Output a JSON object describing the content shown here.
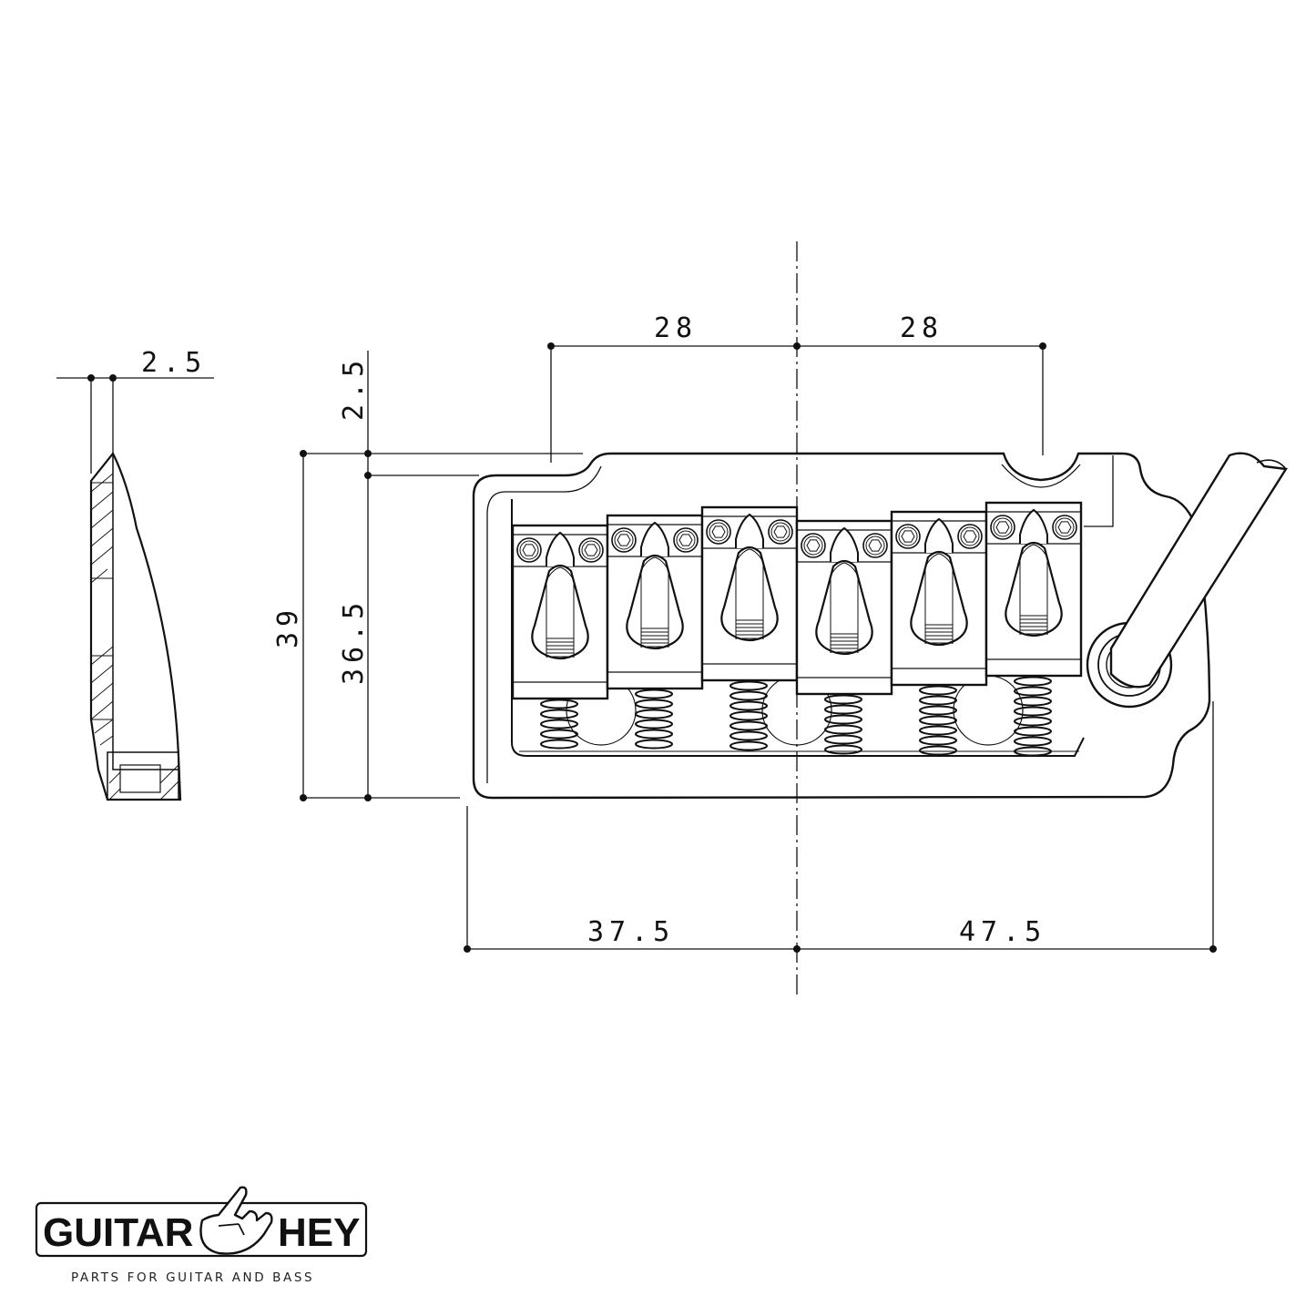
{
  "drawing": {
    "dimensions": {
      "side_thickness": "2.5",
      "top_offset": "2.5",
      "string_spacing_left": "28",
      "string_spacing_right": "28",
      "overall_depth": "39",
      "inner_depth": "36.5",
      "left_half_width": "37.5",
      "right_half_width": "47.5"
    },
    "line_color": "#111111"
  },
  "logo": {
    "brand_left": "GUITAR",
    "brand_right": "HEY",
    "tagline": "PARTS FOR GUITAR AND BASS",
    "icon": "rock-hand-icon"
  }
}
